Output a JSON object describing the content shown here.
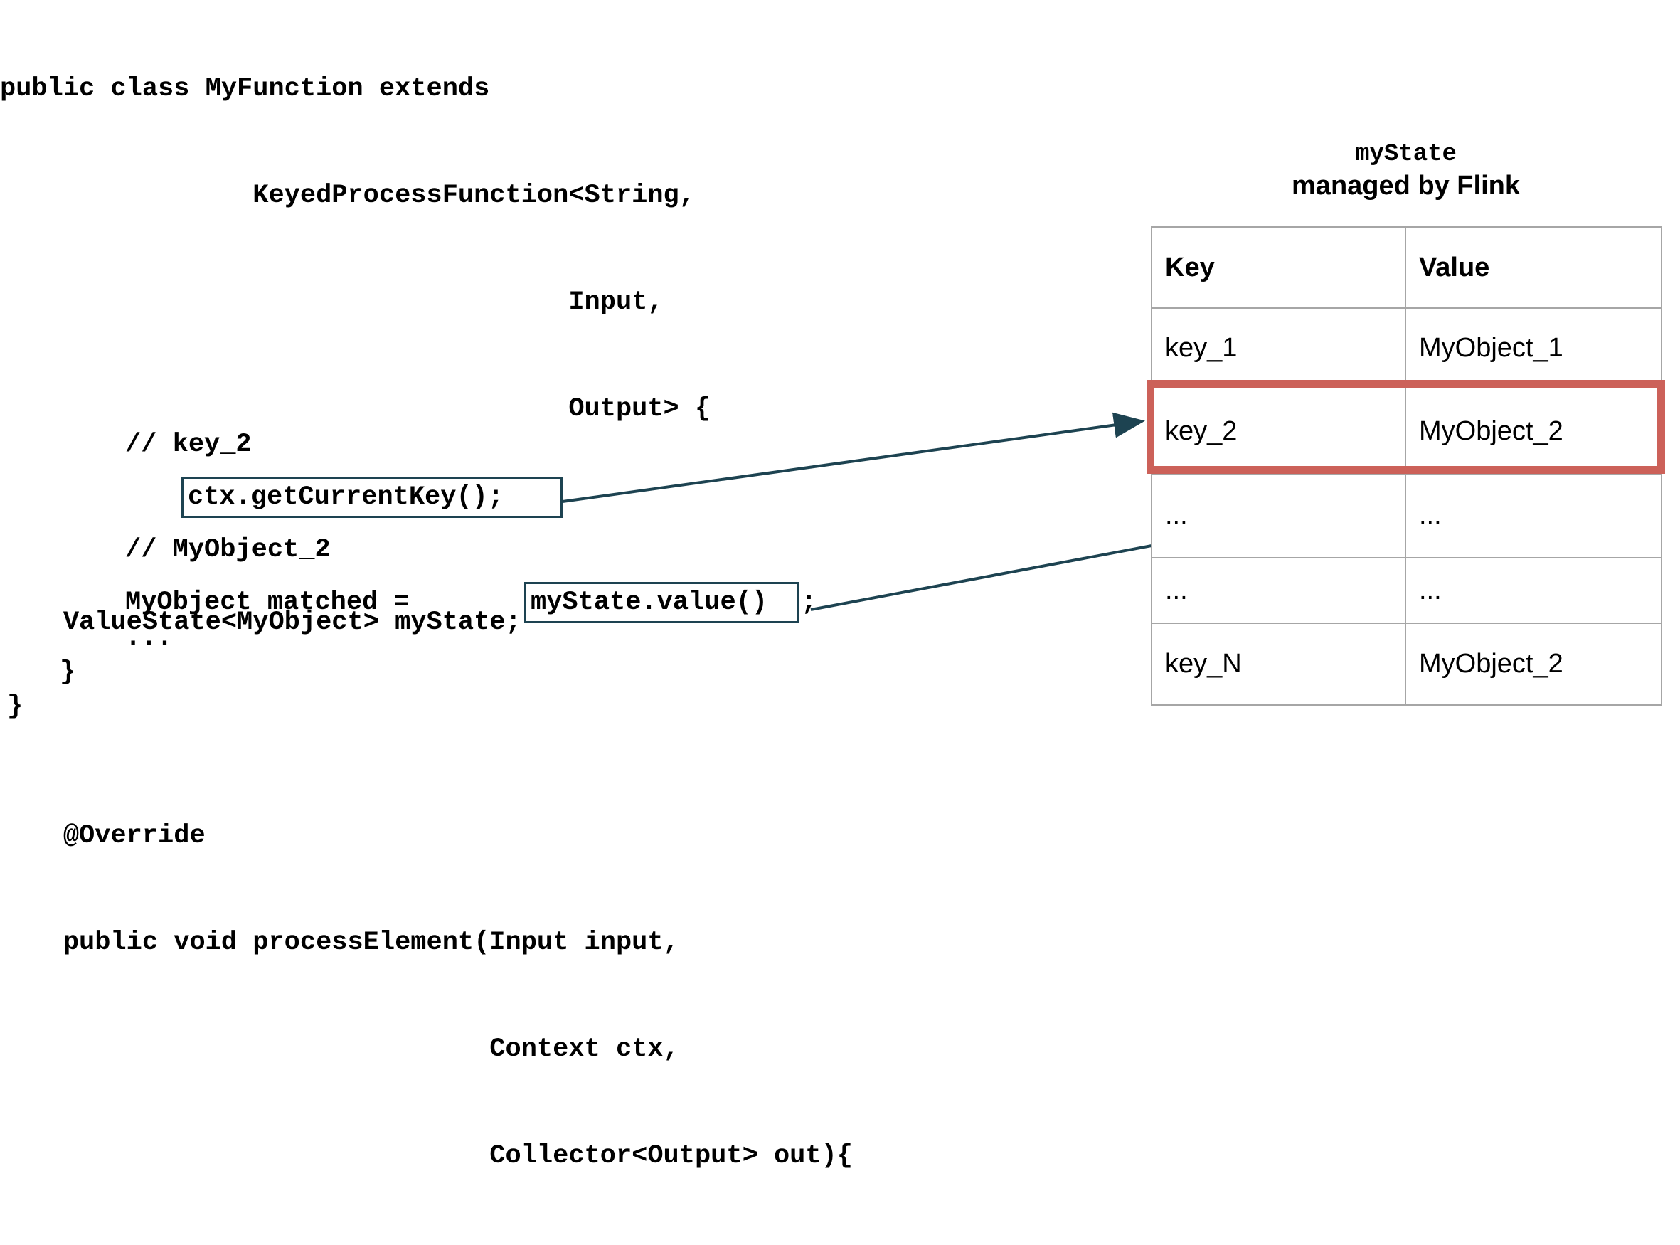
{
  "code": {
    "lines": [
      "public class MyFunction extends",
      "                KeyedProcessFunction<String,",
      "                                    Input,",
      "                                    Output> {",
      "",
      "    ValueState<MyObject> myState;",
      "",
      "    @Override",
      "    public void processElement(Input input,",
      "                               Context ctx,",
      "                               Collector<Output> out){",
      "",
      "        // key_2",
      "",
      "",
      "        // MyObject_2",
      "",
      "        ...",
      "    }",
      "}"
    ],
    "highlight_boxes": [
      {
        "name": "ctx-get-current-key",
        "text": "ctx.getCurrentKey();"
      },
      {
        "name": "mystate-value",
        "text": "myState.value()"
      }
    ],
    "fragments": {
      "comment_key": "// key_2",
      "comment_object": "// MyObject_2",
      "assignment_prefix": "MyObject matched = ",
      "assignment_suffix": ";",
      "ellipsis": "...",
      "close_inner": "}",
      "close_outer": "}"
    }
  },
  "table_panel": {
    "title_mono": "myState",
    "title_sans": "managed by Flink",
    "columns": [
      "Key",
      "Value"
    ],
    "rows": [
      {
        "key": "key_1",
        "value": "MyObject_1",
        "highlighted": false
      },
      {
        "key": "key_2",
        "value": "MyObject_2",
        "highlighted": true
      },
      {
        "key": "...",
        "value": "...",
        "highlighted": false
      },
      {
        "key": "...",
        "value": "...",
        "highlighted": false
      },
      {
        "key": "key_N",
        "value": "MyObject_2",
        "highlighted": false
      }
    ]
  },
  "colors": {
    "highlight_red": "#cc6159",
    "arrow_teal": "#1d4351",
    "table_border": "#a6a6a6",
    "text": "#000000",
    "background": "#ffffff"
  },
  "arrows": [
    {
      "name": "key-arrow",
      "from": "ctx-get-current-key",
      "to": "key_2-row-left"
    },
    {
      "name": "value-arrow",
      "from": "mystate-value",
      "to": "MyObject_2-cell"
    }
  ]
}
